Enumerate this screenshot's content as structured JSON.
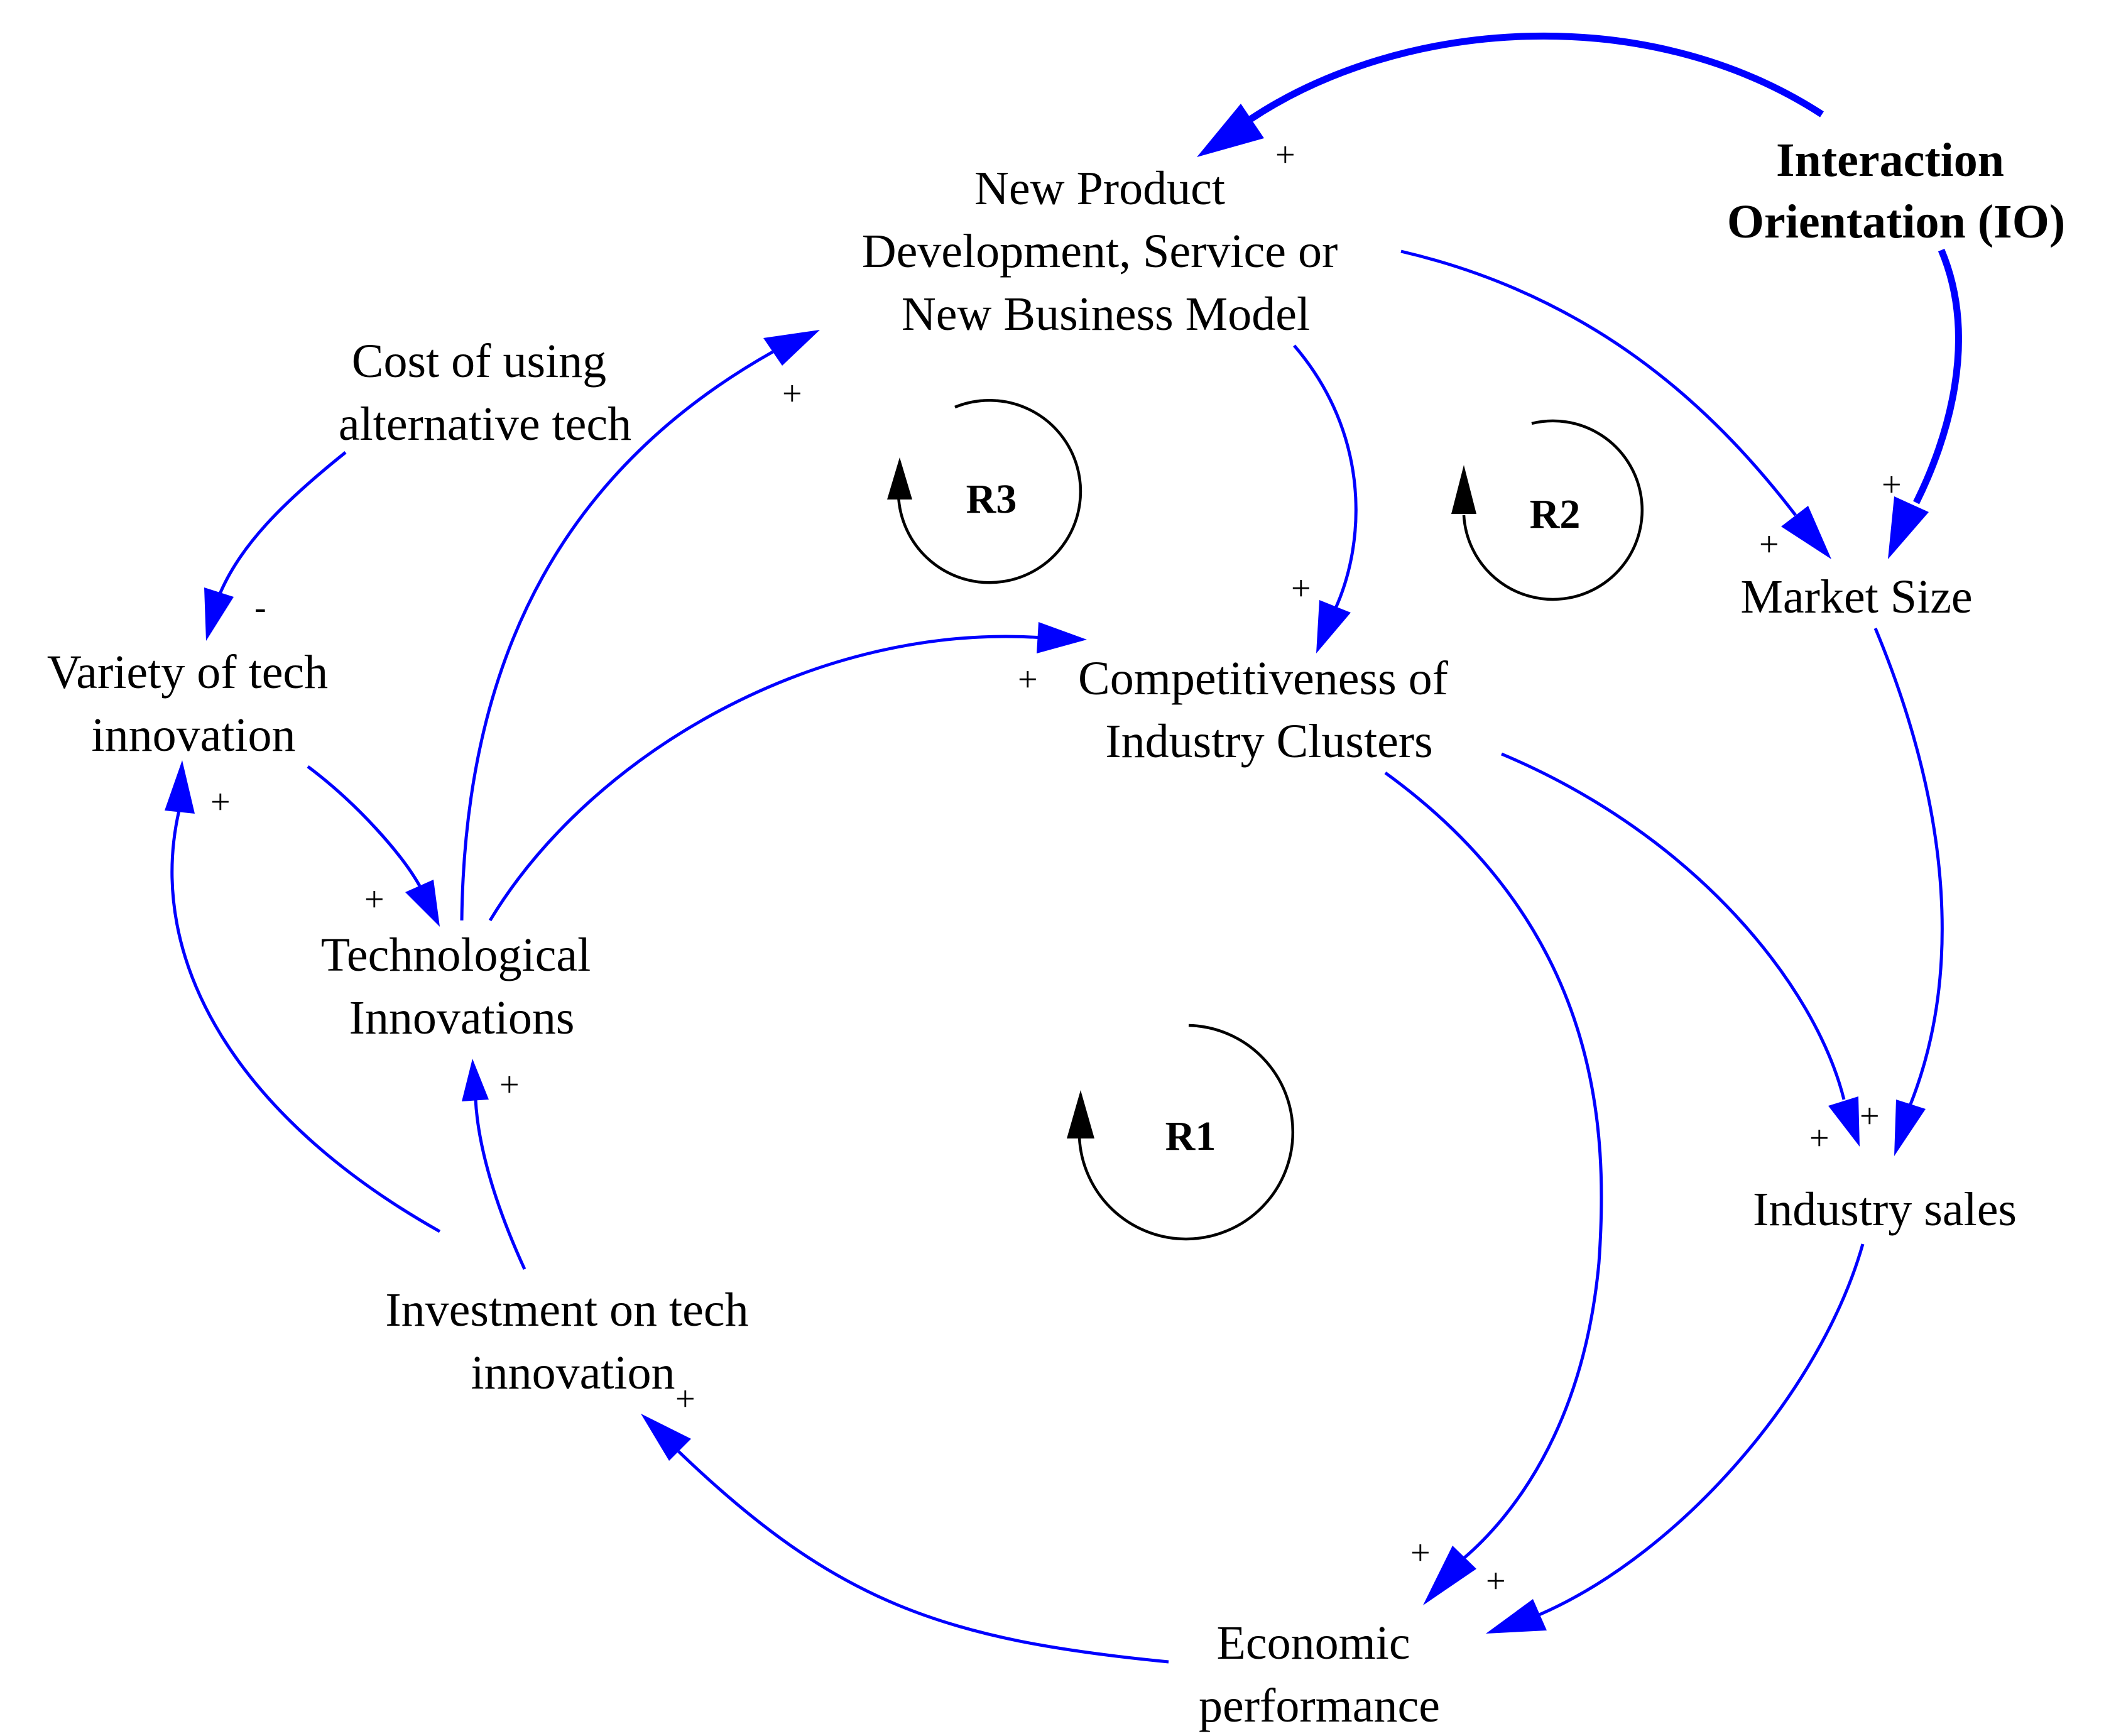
{
  "colors": {
    "link": "#0000ff",
    "loop": "#000000",
    "text": "#000000",
    "background": "#ffffff"
  },
  "nodes": {
    "new_product": [
      "New Product",
      "Development, Service or",
      "New Business Model"
    ],
    "interaction_orientation": [
      "Interaction",
      "Orientation (IO)"
    ],
    "cost_alt_tech": [
      "Cost of using",
      "alternative tech"
    ],
    "variety_tech": [
      "Variety of tech",
      "innovation"
    ],
    "competitiveness": [
      "Competitiveness of",
      "Industry Clusters"
    ],
    "market_size": [
      "Market Size"
    ],
    "tech_innovations": [
      "Technological",
      "Innovations"
    ],
    "industry_sales": [
      "Industry sales"
    ],
    "investment": [
      "Investment on tech",
      "innovation"
    ],
    "economic_perf": [
      "Economic",
      "performance"
    ]
  },
  "loops": [
    "R3",
    "R2",
    "R1"
  ],
  "links": [
    {
      "from": "Interaction Orientation (IO)",
      "to": "New Product Development, Service or New Business Model",
      "polarity": "+",
      "emphasis": "thick"
    },
    {
      "from": "Interaction Orientation (IO)",
      "to": "Market Size",
      "polarity": "+",
      "emphasis": "thick"
    },
    {
      "from": "New Product Development, Service or New Business Model",
      "to": "Market Size",
      "polarity": "+",
      "emphasis": "normal"
    },
    {
      "from": "New Product Development, Service or New Business Model",
      "to": "Competitiveness of Industry Clusters",
      "polarity": "+",
      "emphasis": "normal"
    },
    {
      "from": "Cost of using alternative tech",
      "to": "Variety of tech innovation",
      "polarity": "-",
      "emphasis": "normal"
    },
    {
      "from": "Variety of tech innovation",
      "to": "Technological Innovations",
      "polarity": "+",
      "emphasis": "normal"
    },
    {
      "from": "Technological Innovations",
      "to": "New Product Development, Service or New Business Model",
      "polarity": "+",
      "emphasis": "normal"
    },
    {
      "from": "Technological Innovations",
      "to": "Competitiveness of Industry Clusters",
      "polarity": "+",
      "emphasis": "normal"
    },
    {
      "from": "Investment on tech innovation",
      "to": "Technological Innovations",
      "polarity": "+",
      "emphasis": "normal"
    },
    {
      "from": "Investment on tech innovation",
      "to": "Variety of tech innovation",
      "polarity": "+",
      "emphasis": "normal"
    },
    {
      "from": "Competitiveness of Industry Clusters",
      "to": "Industry sales",
      "polarity": "+",
      "emphasis": "normal"
    },
    {
      "from": "Competitiveness of Industry Clusters",
      "to": "Economic performance",
      "polarity": "+",
      "emphasis": "normal"
    },
    {
      "from": "Market Size",
      "to": "Industry sales",
      "polarity": "+",
      "emphasis": "normal"
    },
    {
      "from": "Industry sales",
      "to": "Economic performance",
      "polarity": "+",
      "emphasis": "normal"
    },
    {
      "from": "Economic performance",
      "to": "Investment on tech innovation",
      "polarity": "+",
      "emphasis": "normal"
    }
  ]
}
